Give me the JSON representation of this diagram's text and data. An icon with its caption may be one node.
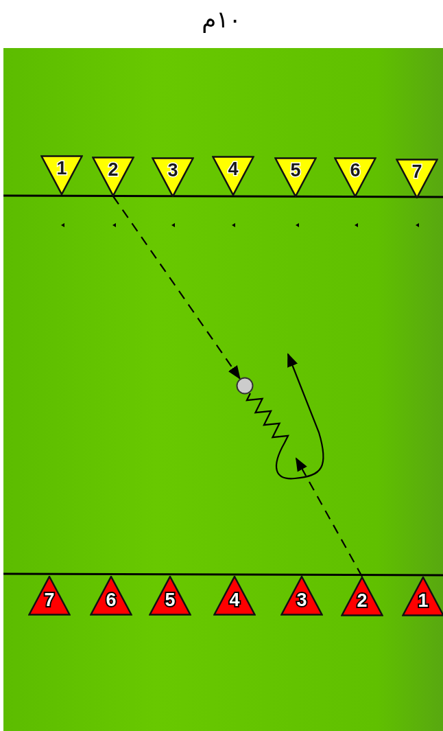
{
  "diagram": {
    "title": "١٠م",
    "nodes": [
      {
        "text": [
          "1"
        ]
      },
      {
        "text": [
          "2"
        ]
      },
      {
        "text": [
          "3"
        ]
      },
      {
        "text": [
          "4"
        ]
      },
      {
        "text": [
          "5"
        ]
      },
      {
        "text": [
          "6"
        ]
      },
      {
        "text": [
          "7"
        ]
      },
      {
        "text": [
          "7"
        ]
      },
      {
        "text": [
          "6"
        ]
      },
      {
        "text": [
          "5"
        ]
      },
      {
        "text": [
          "4"
        ]
      },
      {
        "text": [
          "3"
        ]
      },
      {
        "text": [
          "2"
        ]
      },
      {
        "text": [
          "1"
        ]
      },
      {
        "text": [],
        "shape": "circle"
      }
    ],
    "edges": [
      {
        "from": 1,
        "to": 14,
        "arrow": "to",
        "style": "dashed"
      },
      {
        "from": 12,
        "to": null,
        "arrow": "to",
        "style": "dashed"
      },
      {
        "from": 14,
        "to": null,
        "arrow": "to"
      }
    ]
  }
}
